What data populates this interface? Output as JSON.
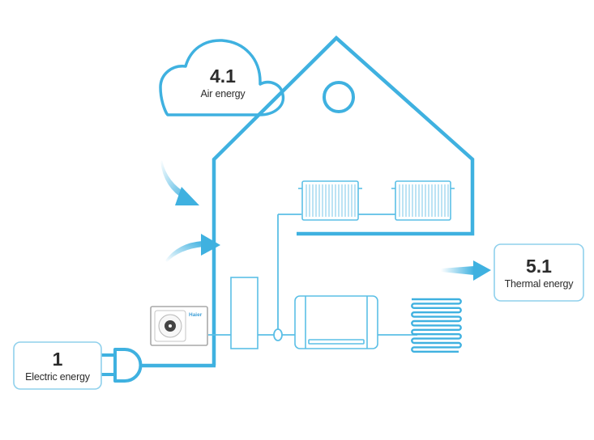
{
  "colors": {
    "accent": "#3fb1e0",
    "line_light": "#5bbfe6",
    "box_border": "#8fd0ec",
    "text": "#2b2b2b"
  },
  "air": {
    "value": "4.1",
    "label": "Air energy"
  },
  "electric": {
    "value": "1",
    "label": "Electric energy"
  },
  "thermal": {
    "value": "5.1",
    "label": "Thermal energy"
  },
  "unit_brand": "Haier"
}
